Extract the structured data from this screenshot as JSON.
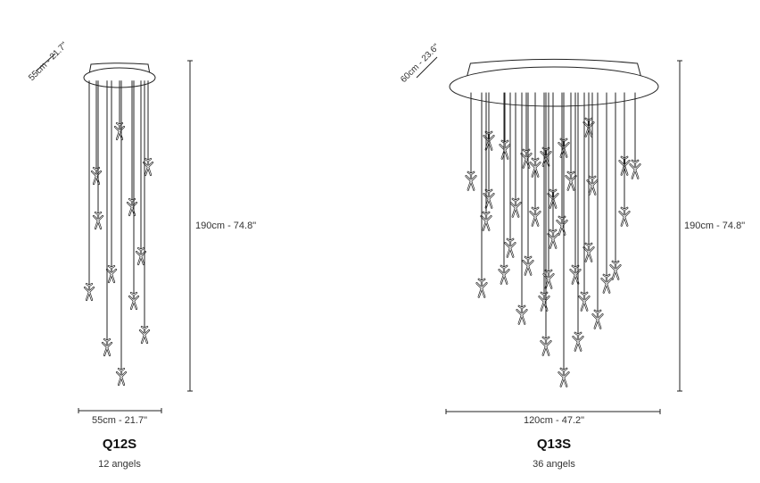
{
  "products": [
    {
      "model": "Q12S",
      "angels_label": "12 angels",
      "angel_count": 12,
      "height_label": "190cm - 74.8\"",
      "width_label": "55cm - 21.7\"",
      "depth_label": "55cm - 21.7\""
    },
    {
      "model": "Q13S",
      "angels_label": "36 angels",
      "angel_count": 36,
      "height_label": "190cm - 74.8\"",
      "width_label": "120cm - 47.2\"",
      "depth_label": "60cm - 23.6\""
    }
  ],
  "colors": {
    "line": "#222222",
    "text": "#333333"
  }
}
